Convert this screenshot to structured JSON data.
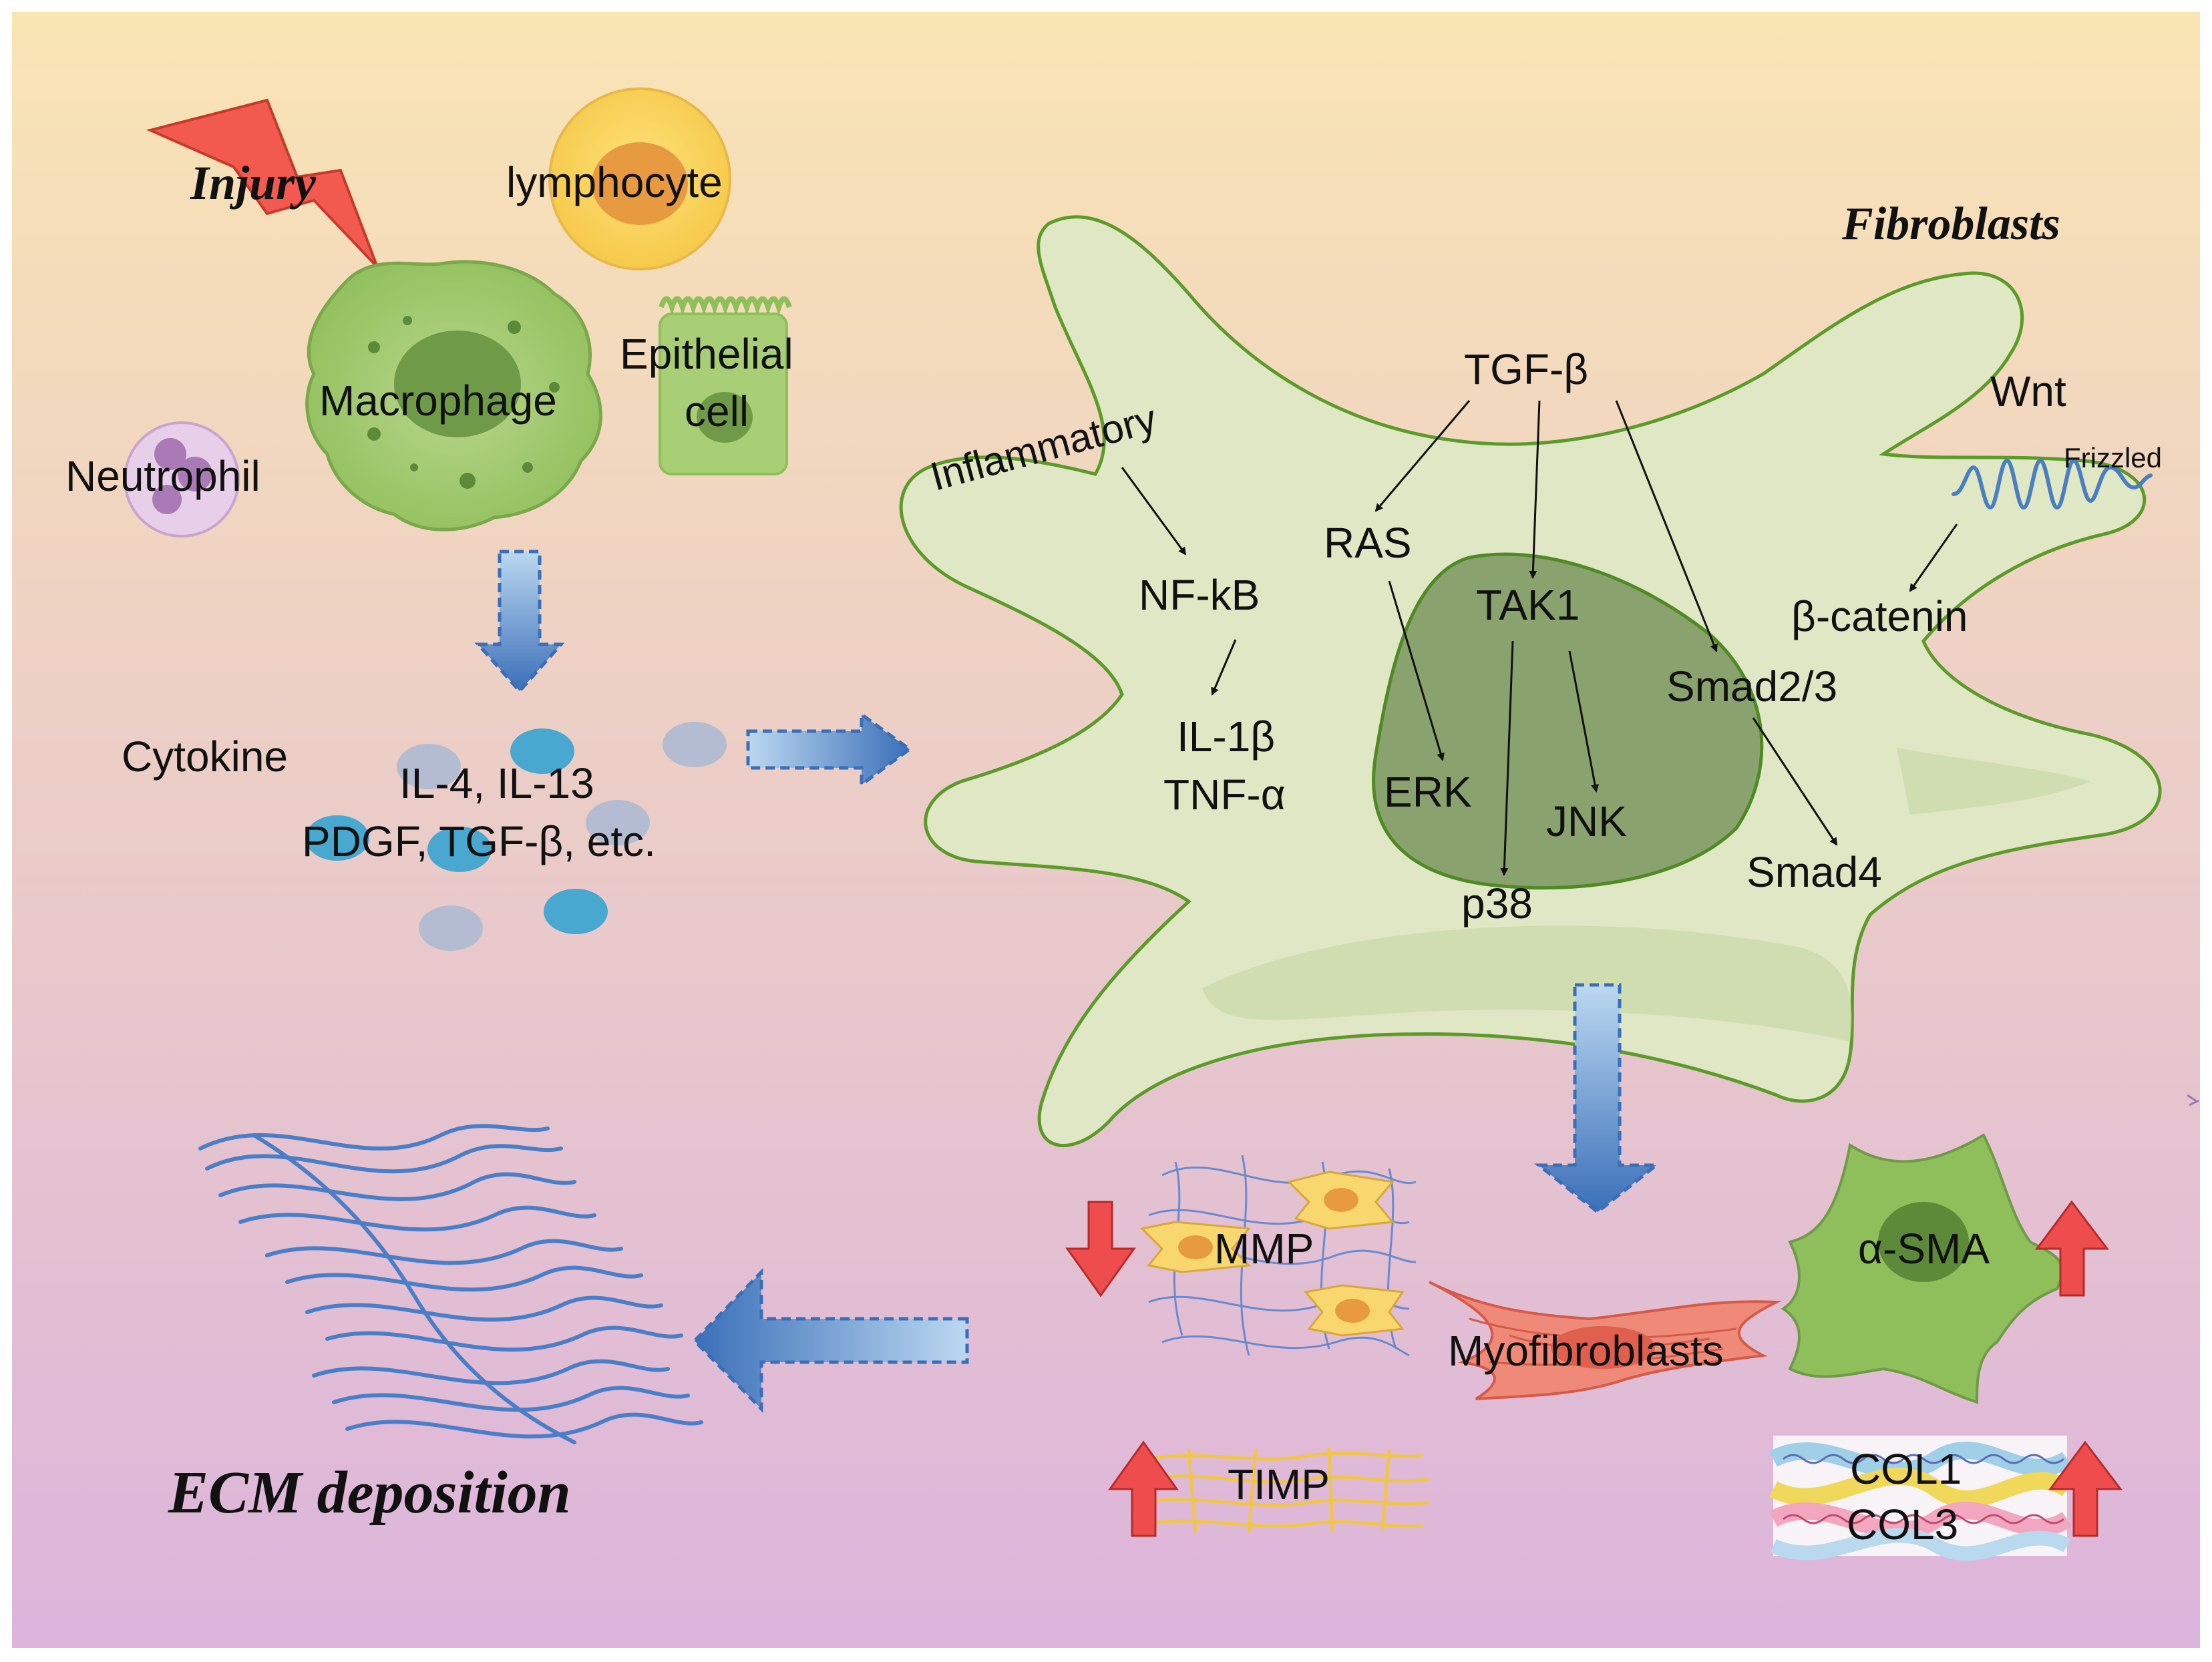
{
  "colors": {
    "bg_top": "#f9e4b4",
    "bg_bottom": "#dcb4dc",
    "cell_fill": "#dfe7c4",
    "cell_stroke": "#5c9a2a",
    "nucleus_fill": "#8aa26e",
    "nucleus_stroke": "#4f8a25",
    "arrow_blue_dark": "#3a6fb8",
    "arrow_blue_light": "#bcd8f0",
    "red_arrow": "#ef4d4d",
    "cytokine_blue": "#48a8cf",
    "cytokine_gray": "#b3bcd0"
  },
  "labels": {
    "injury": "Injury",
    "lymphocyte": "lymphocyte",
    "macrophage": "Macrophage",
    "epithelial_line1": "Epithelial",
    "epithelial_line2": "cell",
    "neutrophil": "Neutrophil",
    "cytokine": "Cytokine",
    "cytokine_list_line1": "IL-4, IL-13",
    "cytokine_list_line2": "PDGF, TGF-β, etc.",
    "fibroblasts": "Fibroblasts",
    "tgf_beta": "TGF-β",
    "inflammatory": "Inflammatory",
    "nf_kb": "NF-kB",
    "il1b": "IL-1β",
    "tnfa": "TNF-α",
    "ras": "RAS",
    "tak1": "TAK1",
    "erk": "ERK",
    "jnk": "JNK",
    "p38": "p38",
    "smad23": "Smad2/3",
    "smad4": "Smad4",
    "wnt": "Wnt",
    "frizzled": "Frizzled",
    "beta_catenin": "β-catenin",
    "mmp": "MMP",
    "timp": "TIMP",
    "myofibroblasts": "Myofibroblasts",
    "alpha_sma": "α-SMA",
    "col1": "COL1",
    "col3": "COL3",
    "ecm": "ECM deposition"
  }
}
